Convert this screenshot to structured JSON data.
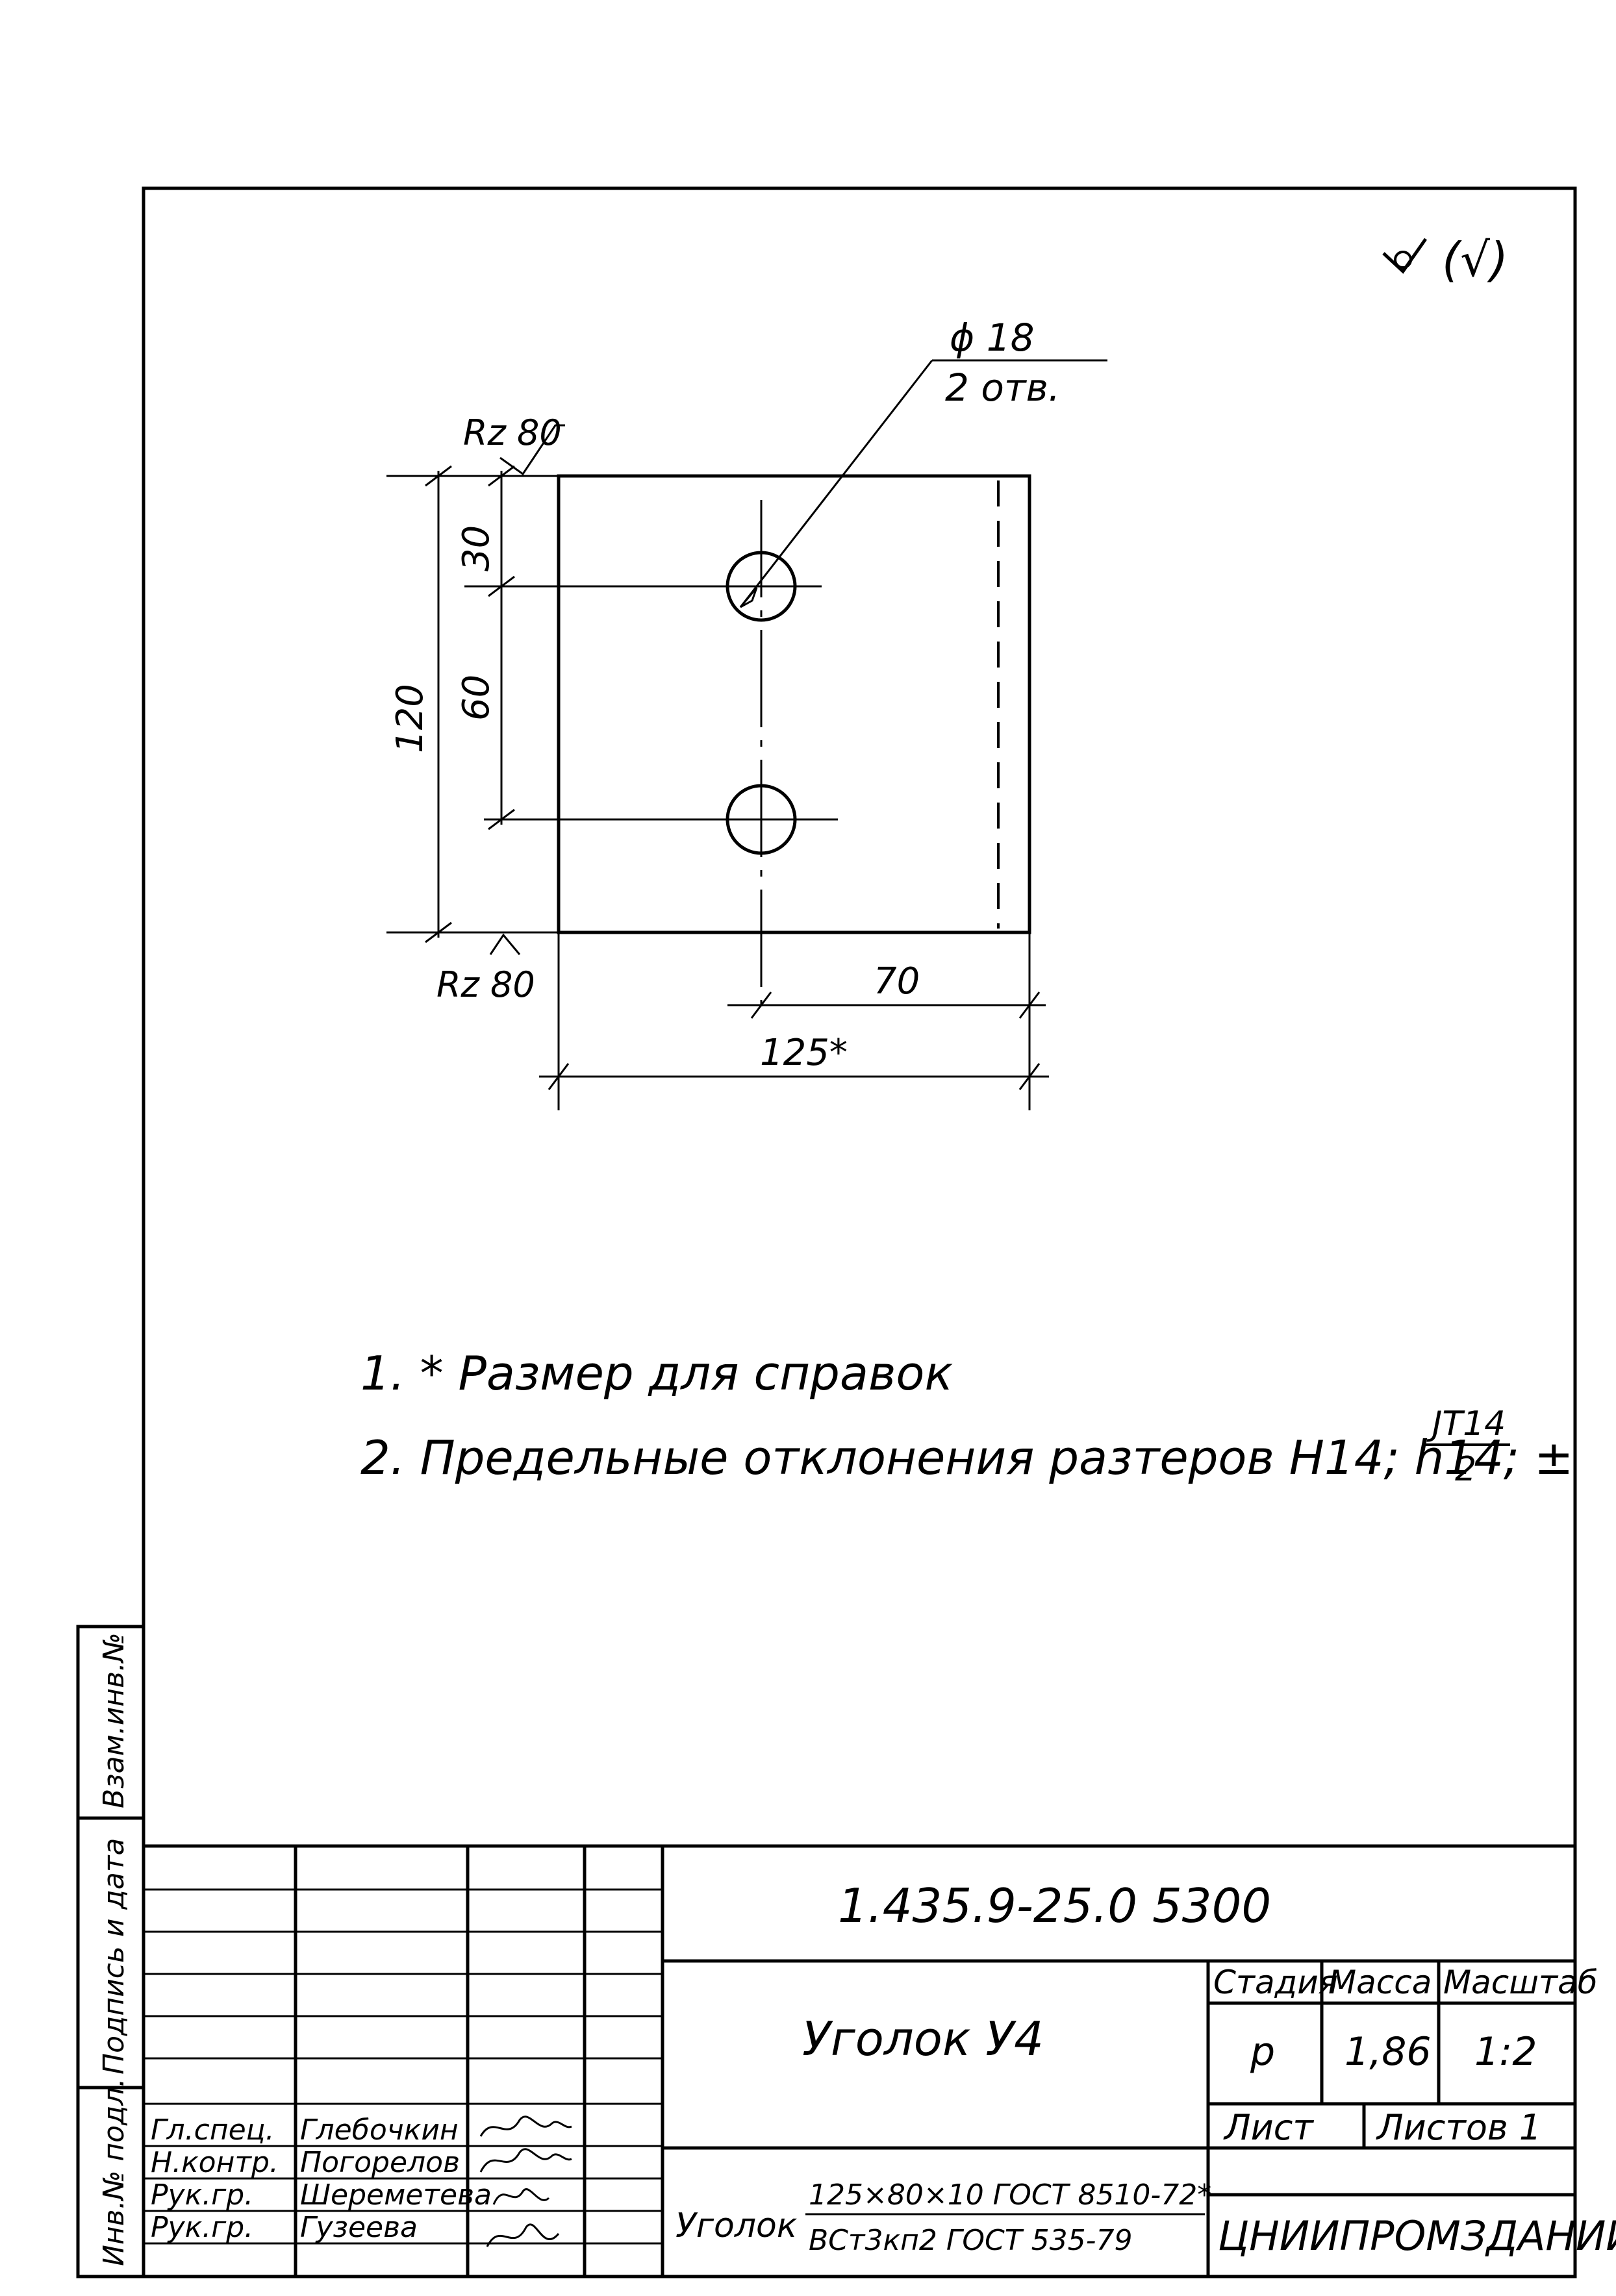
{
  "roughness": {
    "general_symbol": "(√)",
    "side_top": "Rz 80",
    "side_bottom": "Rz 80"
  },
  "hole_callout": {
    "diameter": "ϕ 18",
    "count": "2 отв."
  },
  "dimensions": {
    "height_total": "120",
    "from_top": "30",
    "between_holes": "60",
    "to_hole_axis": "70",
    "width_total": "125*"
  },
  "notes": [
    "1. * Размер для справок",
    "2.  Предельные отклонения разтеров  H14;  h14; ±"
  ],
  "tolerance_fraction": {
    "numerator": "JT14",
    "denominator": "2"
  },
  "side_strip": {
    "inv_no_podl": "Инв.№ подл.",
    "podpis_data": "Подпись и дата",
    "vzam_inv": "Взам.инв.№"
  },
  "title_block": {
    "doc_number": "1.435.9-25.0  5300",
    "part_name": "Уголок  У4",
    "headers": {
      "stage": "Стадия",
      "mass": "Масса",
      "scale": "Масштаб"
    },
    "values": {
      "stage": "р",
      "mass": "1,86",
      "scale": "1:2"
    },
    "sheet_label": "Лист",
    "sheets_label": "Листов 1",
    "organization": "ЦНИИПРОМЗДАНИЙ",
    "material": {
      "prefix": "Уголок",
      "numerator": "125×80×10 ГОСТ 8510-72*",
      "denominator": "ВСт3кп2 ГОСТ 535-79"
    },
    "people": [
      {
        "role": "Гл.спец.",
        "name": "Глебочкин"
      },
      {
        "role": "Н.контр.",
        "name": "Погорелов"
      },
      {
        "role": "Рук.гр.",
        "name": "Шереметева"
      },
      {
        "role": "Рук.гр.",
        "name": "Гузеева"
      }
    ]
  }
}
